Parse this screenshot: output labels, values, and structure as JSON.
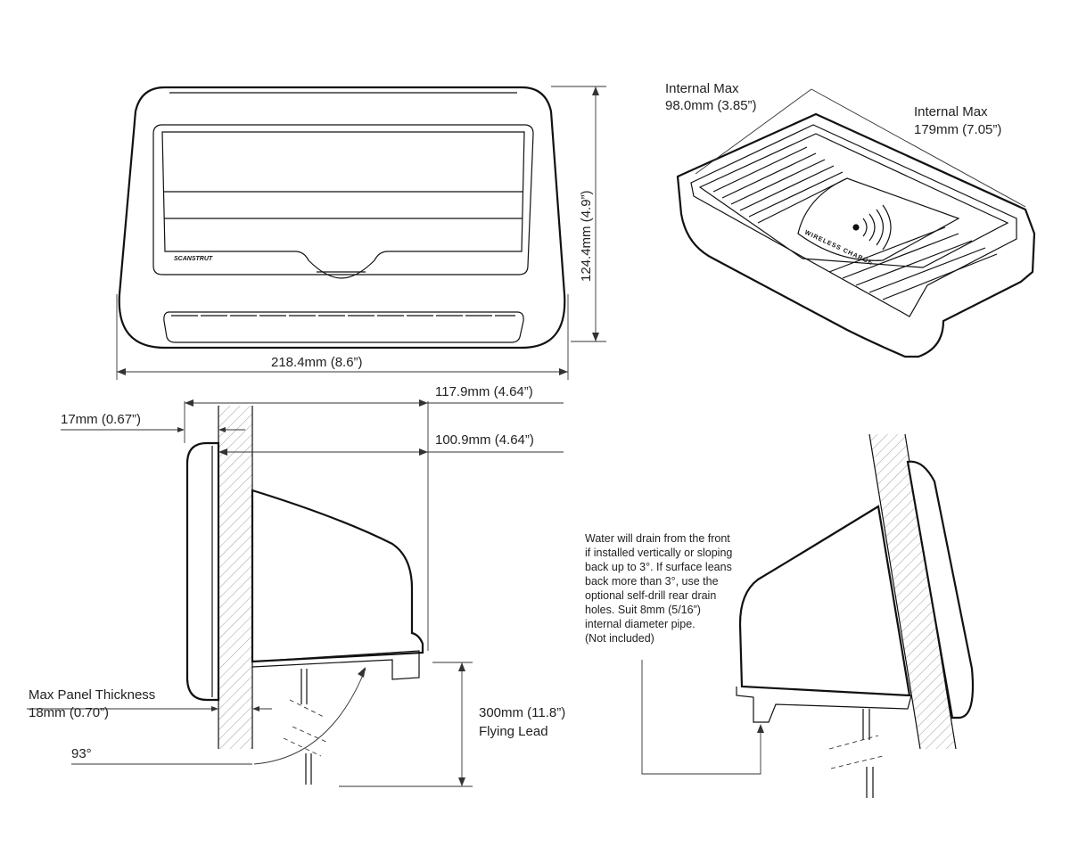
{
  "front_view": {
    "logo": "SCANSTRUT",
    "height_dim": "124.4mm (4.9”)",
    "width_dim": "218.4mm (8.6”)"
  },
  "iso_view": {
    "width_label": "Internal Max",
    "width_value": "98.0mm (3.85”)",
    "length_label": "Internal Max",
    "length_value": "179mm (7.05”)",
    "pad_text": "WIRELESS CHARGE"
  },
  "side_view": {
    "overall_depth": "117.9mm (4.64”)",
    "bezel_depth": "17mm (0.67”)",
    "body_depth": "100.9mm (4.64”)",
    "panel_label": "Max Panel Thickness",
    "panel_value": "18mm (0.70”)",
    "angle": "93°",
    "lead_length": "300mm (11.8”)",
    "lead_label": "Flying Lead"
  },
  "drain_note": {
    "lines": [
      "Water will drain from the front",
      "if installed vertically or sloping",
      "back up to 3°. If surface leans",
      "back more than 3°, use the",
      "optional self-drill rear drain",
      "holes. Suit 8mm (5/16”)",
      "internal diameter pipe.",
      "(Not included)"
    ]
  }
}
